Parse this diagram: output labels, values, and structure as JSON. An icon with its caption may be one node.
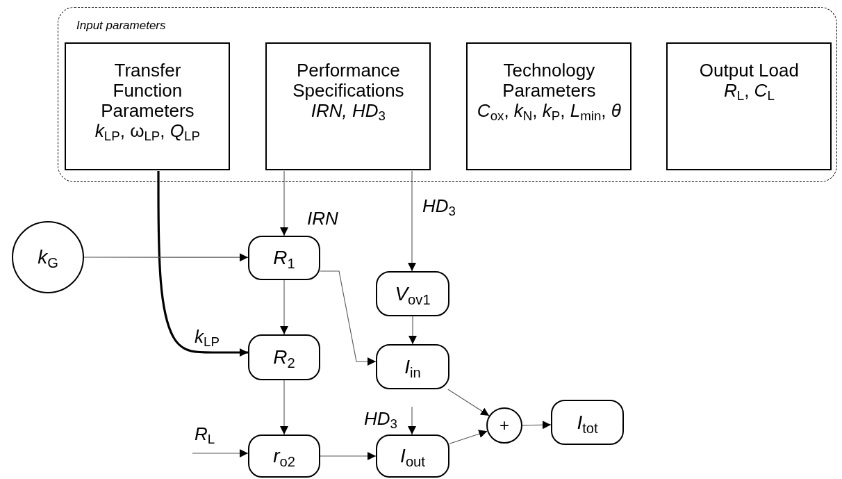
{
  "diagram": {
    "nodes": [
      {
        "text": [
          "Input parameters"
        ]
      },
      {
        "text": [
          "Transfer Function Parameters",
          "*k*$_{LP}$, ω$_{LP}$, *Q*$_{LP}$"
        ],
        "in": 0
      },
      {
        "text": [
          "Performance Specifications",
          "*IRN, HD*$_{3}$"
        ],
        "in": 0
      },
      {
        "text": [
          "Technology Parameters",
          "*C*$_{ox}$, *k*$_{N}$, *k*$_{P}$, *L*$_{min}$, *θ*"
        ],
        "in": 0
      },
      {
        "text": [
          "Output Load",
          "*R*$_{L}$, *C*$_{L}$"
        ],
        "in": 0
      },
      {
        "text": [
          "*k*$_{G}$"
        ]
      },
      {
        "text": [
          "*R*$_{1}$"
        ]
      },
      {
        "text": [
          "*R*$_{2}$"
        ]
      },
      {
        "text": [
          "*r*$_{o2}$"
        ]
      },
      {
        "text": [
          "*V*$_{ov1}$"
        ]
      },
      {
        "text": [
          "*I*$_{in}$"
        ]
      },
      {
        "text": [
          "*I*$_{out}$"
        ]
      },
      {
        "text": [
          "+"
        ]
      },
      {
        "text": [
          "*I*$_{tot}$"
        ]
      }
    ],
    "edges": [
      {
        "from": 1,
        "to": 7,
        "arrow": "to",
        "label": "*k*$_{LP}$",
        "style": "thick",
        "color": "#000000"
      },
      {
        "from": 2,
        "to": 6,
        "arrow": "to",
        "label": "*IRN*"
      },
      {
        "from": 2,
        "to": 9,
        "arrow": "to",
        "label": "*HD*$_{3}$"
      },
      {
        "from": 5,
        "to": 6,
        "arrow": "to"
      },
      {
        "from": 6,
        "to": 7,
        "arrow": "to"
      },
      {
        "from": 6,
        "to": 10,
        "arrow": "to"
      },
      {
        "from": 9,
        "to": 10,
        "arrow": "to"
      },
      {
        "from": 7,
        "to": 8,
        "arrow": "to"
      },
      {
        "from": null,
        "to": 8,
        "arrow": "to",
        "label": "*R*$_{L}$"
      },
      {
        "from": 8,
        "to": 11,
        "arrow": "to"
      },
      {
        "from": null,
        "to": 11,
        "arrow": "to",
        "label": "*HD*$_{3}$"
      },
      {
        "from": 10,
        "to": 12,
        "arrow": "to"
      },
      {
        "from": 11,
        "to": 12,
        "arrow": "to"
      },
      {
        "from": 12,
        "to": 13,
        "arrow": "to"
      }
    ]
  }
}
